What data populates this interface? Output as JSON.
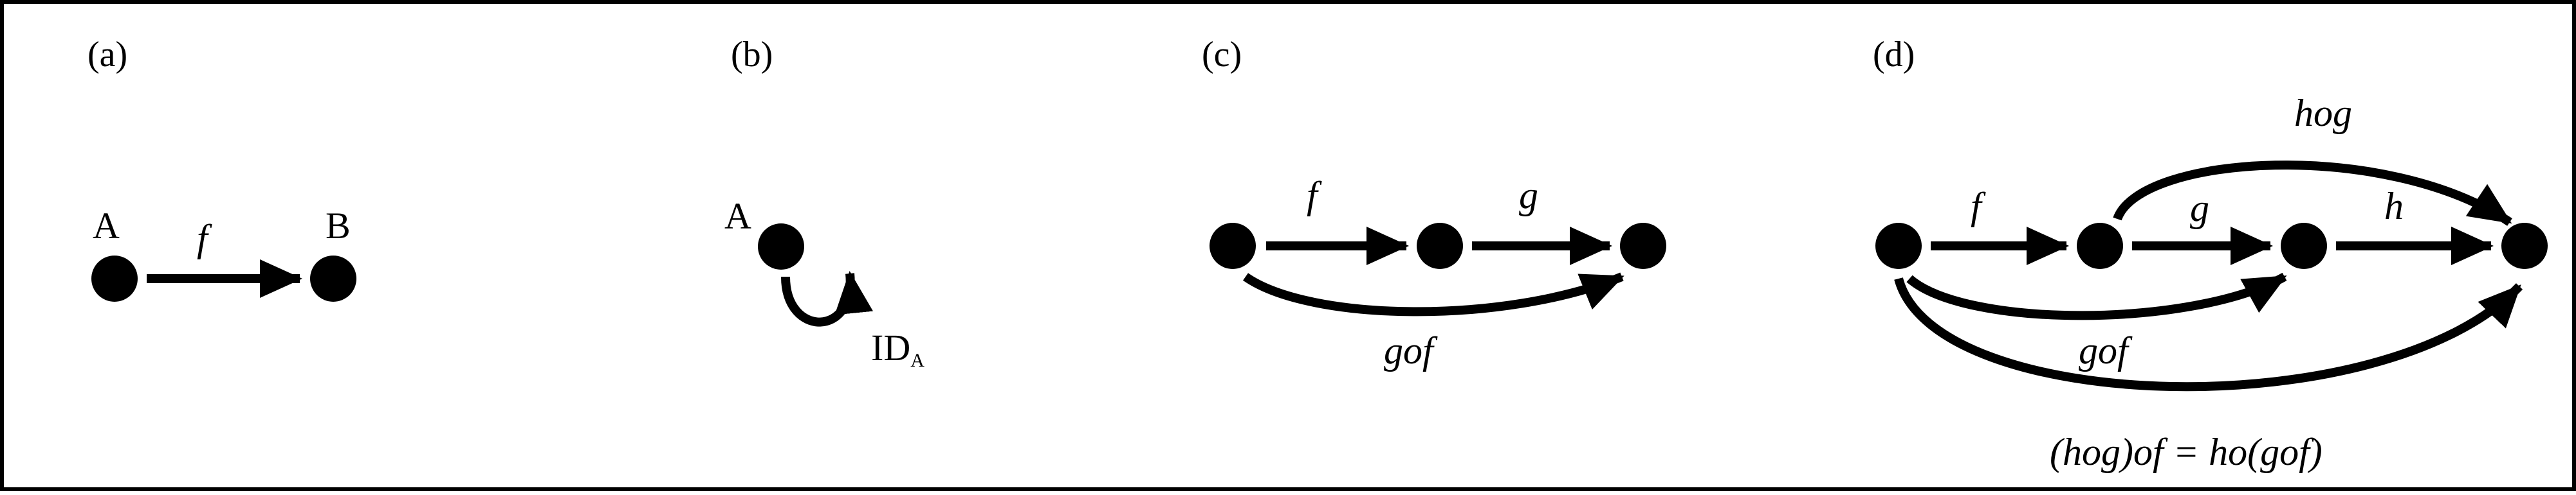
{
  "panels": {
    "a": {
      "label": "(a)",
      "nodes": {
        "A": "A",
        "B": "B"
      },
      "edges": {
        "f": "f"
      }
    },
    "b": {
      "label": "(b)",
      "nodes": {
        "A": "A"
      },
      "loop": {
        "main": "ID",
        "sub": "A"
      }
    },
    "c": {
      "label": "(c)",
      "edges": {
        "f": "f",
        "g": "g",
        "gof": "gof"
      }
    },
    "d": {
      "label": "(d)",
      "edges": {
        "f": "f",
        "g": "g",
        "h": "h",
        "hog": "hog",
        "gof": "gof",
        "assoc": "(hog)of = ho(gof)"
      }
    }
  }
}
